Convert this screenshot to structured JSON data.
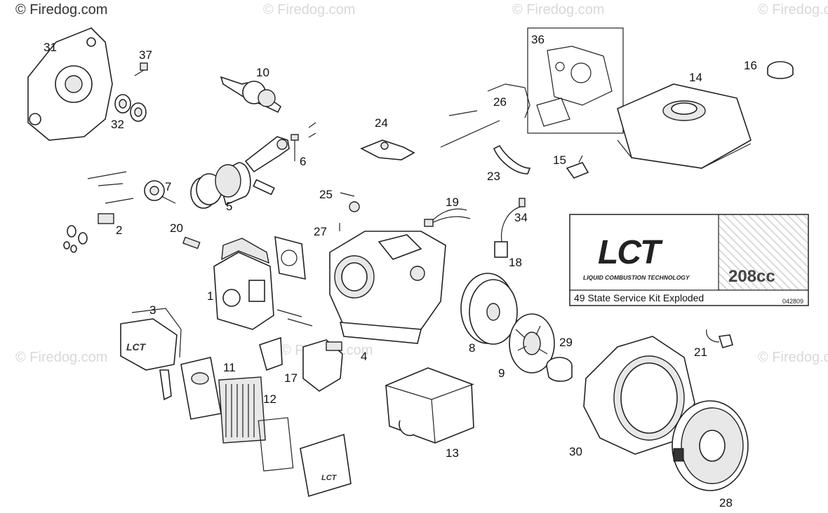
{
  "watermarks": {
    "primary": "© Firedog.com",
    "faint": "© Firedog.com"
  },
  "callouts": [
    "1",
    "2",
    "3",
    "4",
    "5",
    "6",
    "7",
    "8",
    "9",
    "10",
    "11",
    "12",
    "13",
    "14",
    "15",
    "16",
    "17",
    "18",
    "19",
    "20",
    "21",
    "23",
    "24",
    "25",
    "26",
    "27",
    "28",
    "29",
    "30",
    "31",
    "32",
    "34",
    "36",
    "37"
  ],
  "info_box": {
    "logo_text": "LCT",
    "logo_subtitle": "LIQUID COMBUSTION TECHNOLOGY",
    "displacement": "208cc",
    "title": "49 State Service Kit Exploded",
    "code": "042809"
  },
  "colors": {
    "line": "#222222",
    "watermark": "#d8d8d8",
    "hatch": "#cfcfcf"
  },
  "icons": [
    "crankcase-cover",
    "crankshaft",
    "piston",
    "cylinder-head",
    "engine-block",
    "flywheel",
    "fan",
    "blower-housing",
    "recoil-starter",
    "fuel-tank",
    "muffler",
    "carburetor",
    "air-filter"
  ]
}
